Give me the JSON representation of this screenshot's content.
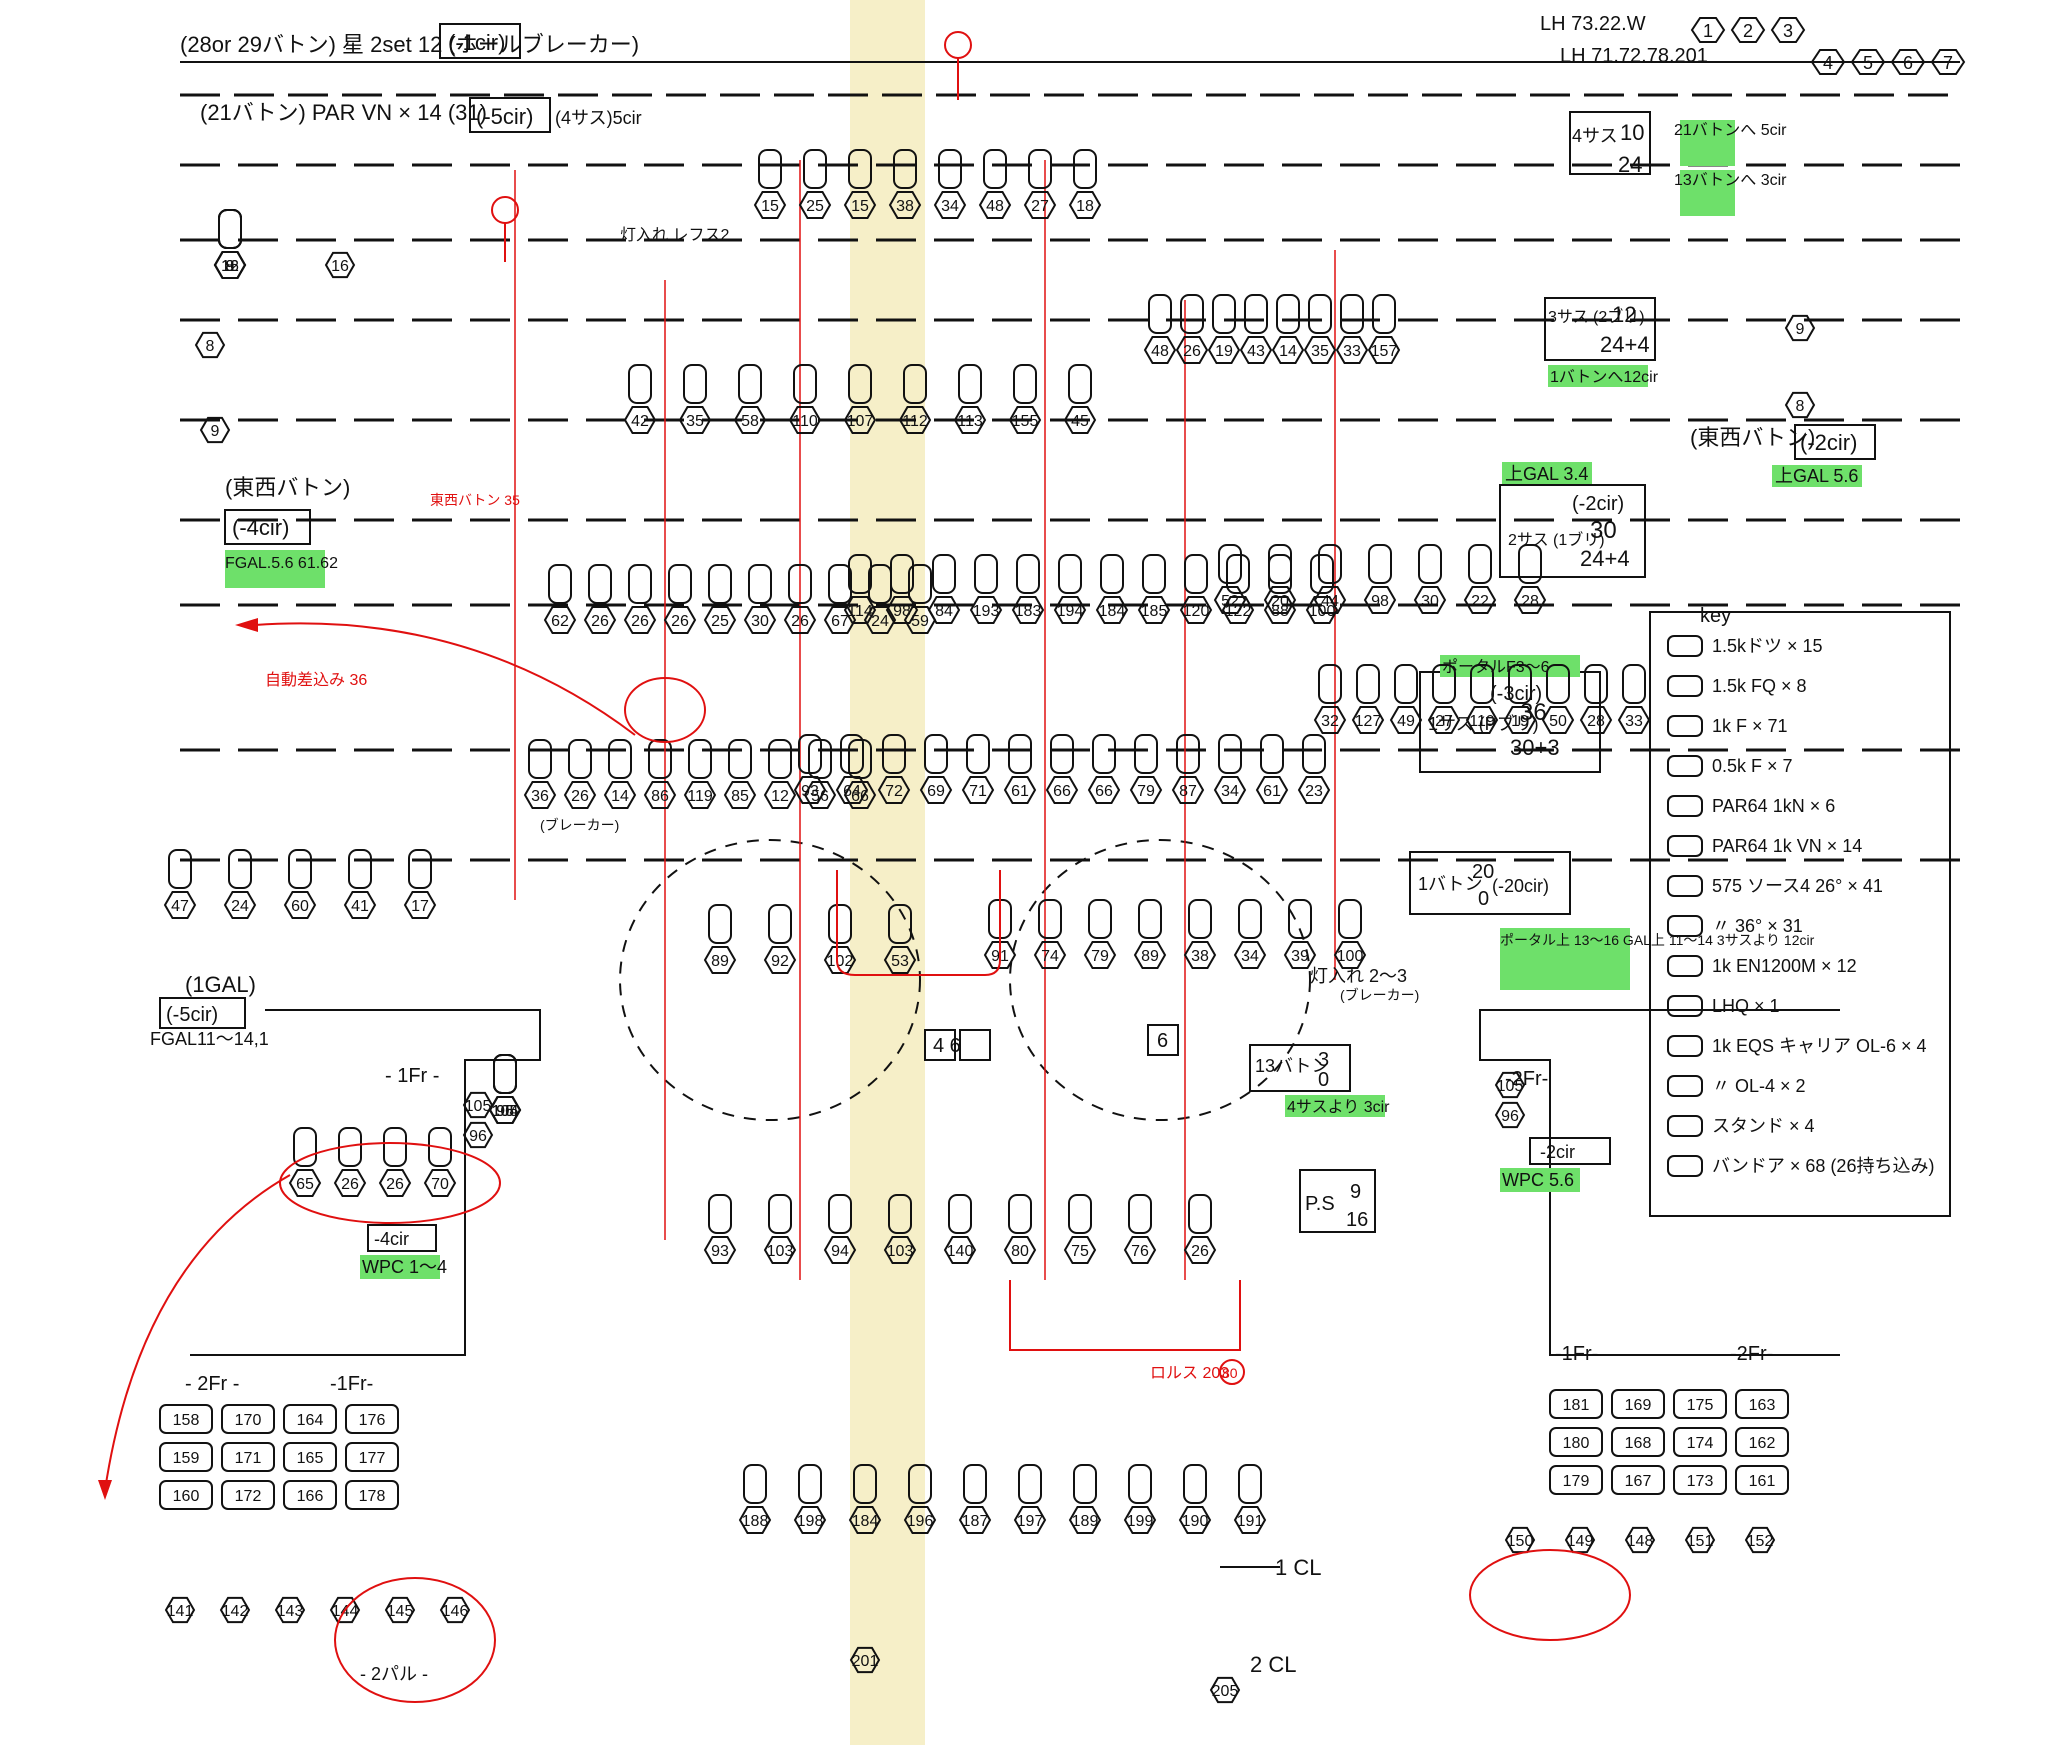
{
  "colors": {
    "ink": "#111111",
    "markup": "#e01010",
    "highlight": "#6ee06a",
    "tape": "#f6efc8"
  },
  "top": {
    "line1": "(28or 29バトン) 星 2set 12 (ホールブレーカー)",
    "line1_cir": "(-1cir)",
    "line2": "(21バトン) PAR VN × 14 (31)",
    "line2_cir": "(-5cir)",
    "line2_note": "(4サス)5cir",
    "lh1": "LH 73.22.W",
    "lh2": "LH 71.72.78.201",
    "lh_boxes": [
      "1",
      "2",
      "3",
      "4",
      "5",
      "6",
      "7"
    ]
  },
  "suspension_labels": [
    {
      "id": "sus4",
      "top": "10",
      "bottom": "24",
      "prefix": "4サス"
    },
    {
      "id": "sus3",
      "top": "12",
      "bottom": "24+4",
      "prefix": "3サス (2ブリ)"
    },
    {
      "id": "sus2",
      "top": "30",
      "bottom": "24+4",
      "prefix": "2サス (1ブリ)",
      "cir": "(-2cir)"
    },
    {
      "id": "sus1",
      "top": "36",
      "bottom": "30+3",
      "prefix": "1サス (Pブリ)",
      "cir": "(-3cir)"
    },
    {
      "id": "baton1",
      "top": "20",
      "bottom": "0",
      "prefix": "1バトン",
      "cir": "(-20cir)"
    },
    {
      "id": "baton13",
      "top": "3",
      "bottom": "0",
      "prefix": "13バトン"
    },
    {
      "id": "ps",
      "top": "9",
      "bottom": "16",
      "prefix": "P.S"
    }
  ],
  "green_notes": {
    "baton21": "21バトンへ 5cir",
    "baton13": "13バトンへ 3cir",
    "baton1": "1バトンへ12cir",
    "gal34": "上GAL 3.4",
    "gal56": "上GAL 5.6",
    "fgal56": "FGAL.5.6 61.62",
    "portal36": "ポータルF3〜6",
    "portal1316": "ポータル上 13〜16 GAL上 11〜14 3サスより 12cir",
    "sus4_3cir": "4サスより 3cir",
    "fgal1114": "FGAL11〜14,1",
    "wpc14": "WPC 1〜4",
    "wpc56": "WPC 5.6"
  },
  "side_labels": {
    "east_west_left": "(東西バトン)",
    "left_cir": "(-4cir)",
    "east_west_right": "(東西バトン)",
    "right_cir": "(-2cir)",
    "gal1": "(1GAL)",
    "gal1_cir": "(-5cir)",
    "fr2_right_cir": "-2cir",
    "fr_left_cir": "-4cir",
    "inner_4_6": "4  6",
    "inner_6": "6",
    "cl1": "1 CL",
    "cl2": "2 CL",
    "fr1_left": "- 1Fr -",
    "fr2_left": "- 2Fr -",
    "fr1_lower": "-1Fr-",
    "fr1_right": "-1Fr-",
    "fr2_right": "-2Fr-",
    "fr2_right_mid": "-2Fr-",
    "pal2": "- 2パル -",
    "breaker1": "灯入れ 2〜3",
    "breaker_note": "(ブレーカー)"
  },
  "key": {
    "title": "key",
    "items": [
      {
        "symbol": "1.5kドツ",
        "count": "× 15"
      },
      {
        "symbol": "1.5k FQ",
        "count": "× 8"
      },
      {
        "symbol": "1k F",
        "count": "× 71"
      },
      {
        "symbol": "0.5k F",
        "count": "× 7"
      },
      {
        "symbol": "PAR64 1kN",
        "count": "× 6"
      },
      {
        "symbol": "PAR64 1k VN",
        "count": "× 14"
      },
      {
        "symbol": "575 ソース4 26°",
        "count": "× 41"
      },
      {
        "symbol": "〃 36°",
        "count": "× 31"
      },
      {
        "symbol": "1k EN1200M",
        "count": "× 12"
      },
      {
        "symbol": "LHQ",
        "count": "× 1"
      },
      {
        "symbol": "1k EQS キャリア OL-6",
        "count": "× 4"
      },
      {
        "symbol": "〃 OL-4",
        "count": "× 2"
      },
      {
        "symbol": "スタンド × 4",
        "count": ""
      },
      {
        "symbol": "バンドア × 68 (26持ち込み)",
        "count": ""
      }
    ]
  },
  "circuits": {
    "top_left": [
      "16",
      "8",
      "9",
      "12",
      "31",
      "30",
      "26",
      "36",
      "26"
    ],
    "upper_center": [
      "15",
      "25",
      "15",
      "38",
      "34",
      "48",
      "27",
      "18",
      "42",
      "35",
      "58",
      "110",
      "107",
      "112",
      "113",
      "155",
      "45"
    ],
    "upper_right": [
      "48",
      "26",
      "19",
      "43",
      "14",
      "35",
      "33",
      "157",
      "52",
      "20",
      "44",
      "98",
      "30",
      "22",
      "28",
      "9",
      "8"
    ],
    "mid_left": [
      "62",
      "26",
      "26",
      "26",
      "25",
      "30",
      "26",
      "67",
      "24",
      "59",
      "36",
      "26",
      "14",
      "86",
      "119",
      "85",
      "12",
      "56",
      "66"
    ],
    "mid_center": [
      "114",
      "98",
      "84",
      "193",
      "183",
      "194",
      "184",
      "185",
      "120",
      "122",
      "88",
      "100",
      "93",
      "64",
      "72",
      "69",
      "71",
      "61",
      "66",
      "66",
      "79",
      "87",
      "34",
      "61",
      "23"
    ],
    "mid_right": [
      "32",
      "127",
      "49",
      "27",
      "119",
      "19",
      "50",
      "28",
      "33"
    ],
    "lower_left": [
      "47",
      "24",
      "60",
      "41",
      "17",
      "89",
      "92",
      "102",
      "53"
    ],
    "lower_center": [
      "91",
      "74",
      "79",
      "89",
      "38",
      "34",
      "39",
      "100"
    ],
    "stage_floor": [
      "105",
      "104",
      "96",
      "95",
      "65",
      "26",
      "26",
      "70"
    ],
    "bottom_row": [
      "93",
      "103",
      "94",
      "103",
      "140",
      "80",
      "75",
      "76",
      "26"
    ],
    "front_left": [
      "158",
      "170",
      "164",
      "176",
      "159",
      "171",
      "165",
      "177",
      "160",
      "172",
      "166",
      "178",
      "141",
      "142",
      "143",
      "144",
      "145",
      "146"
    ],
    "front_right": [
      "181",
      "169",
      "175",
      "163",
      "180",
      "168",
      "174",
      "162",
      "179",
      "167",
      "173",
      "161",
      "150",
      "149",
      "148",
      "151",
      "152"
    ],
    "center_bottom": [
      "188",
      "198",
      "184",
      "196",
      "187",
      "197",
      "189",
      "199",
      "190",
      "191",
      "201",
      "205"
    ]
  },
  "annotations": {
    "left_arrow": "(ブレーカー)",
    "baton_note": "灯入れ レフス2",
    "bottom_note": "ロルス 203",
    "bottom_circle": "80",
    "center_red": "自動差込み 36",
    "center_red2": "東西バトン 35"
  }
}
